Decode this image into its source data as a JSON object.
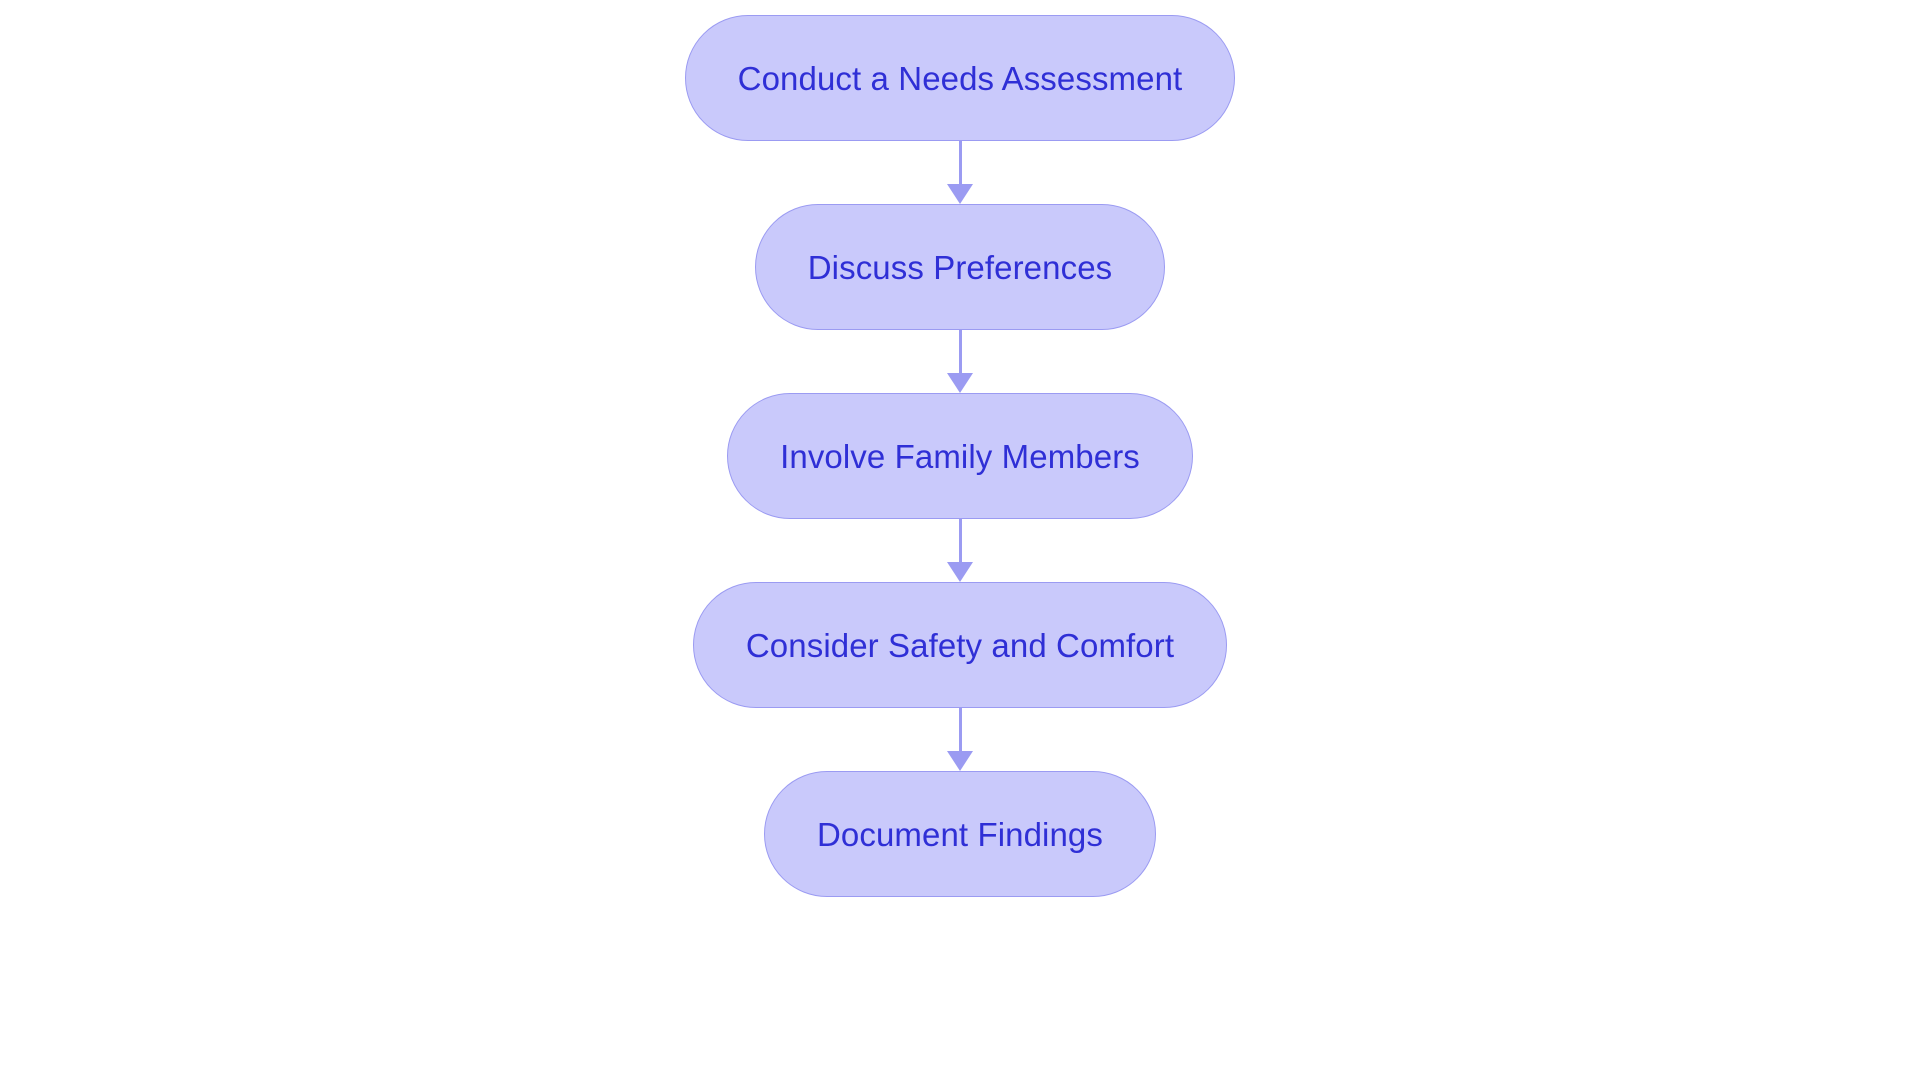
{
  "diagram": {
    "type": "flowchart",
    "orientation": "top-to-bottom",
    "background_color": "#ffffff",
    "node_fill_color": "#c9c9fb",
    "node_border_color": "#9b9bf2",
    "node_text_color": "#2f2fd6",
    "connector_color": "#9b9bf2",
    "nodes": [
      {
        "id": "node-1",
        "label": "Conduct a Needs Assessment"
      },
      {
        "id": "node-2",
        "label": "Discuss Preferences"
      },
      {
        "id": "node-3",
        "label": "Involve Family Members"
      },
      {
        "id": "node-4",
        "label": "Consider Safety and Comfort"
      },
      {
        "id": "node-5",
        "label": "Document Findings"
      }
    ],
    "connectors": [
      {
        "id": "edge-1",
        "from": "node-1",
        "to": "node-2",
        "label": ""
      },
      {
        "id": "edge-2",
        "from": "node-2",
        "to": "node-3",
        "label": ""
      },
      {
        "id": "edge-3",
        "from": "node-3",
        "to": "node-4",
        "label": ""
      },
      {
        "id": "edge-4",
        "from": "node-4",
        "to": "node-5",
        "label": ""
      }
    ]
  }
}
